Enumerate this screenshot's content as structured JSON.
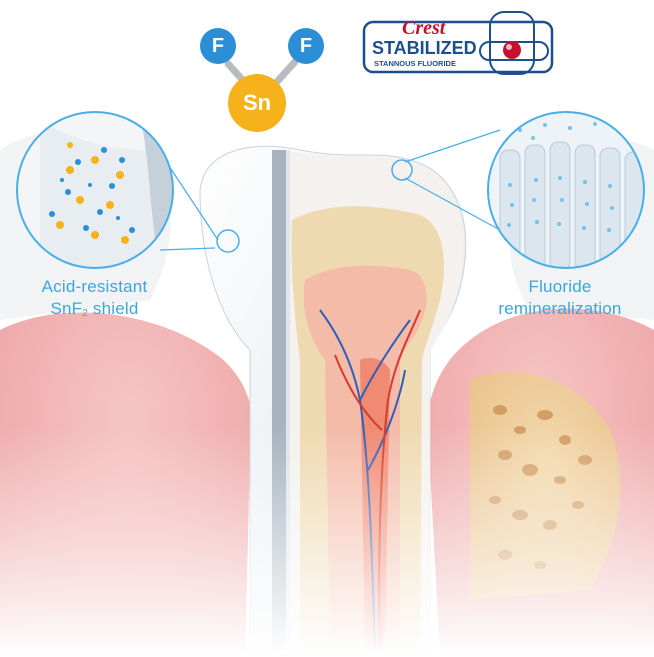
{
  "molecule": {
    "fluorine_label_1": "F",
    "fluorine_label_2": "F",
    "tin_label": "Sn",
    "fluorine_color": "#2b8fd6",
    "tin_color": "#f5b21a",
    "bond_color": "#b9bcbf"
  },
  "logo": {
    "brand": "Crest",
    "title": "STABILIZED",
    "subtitle": "STANNOUS FLUORIDE",
    "brand_color": "#c8102e",
    "text_color": "#1d4f8f"
  },
  "labels": {
    "left_line1": "Acid-resistant",
    "left_line2_prefix": "SnF",
    "left_line2_sub": "2",
    "left_line2_suffix": " shield",
    "right_line1": "Fluoride",
    "right_line2": "remineralization",
    "color": "#3aa6e0"
  },
  "illustration": {
    "enamel_color": "#eef2f5",
    "dentin_color": "#efd9b0",
    "pulp_color": "#f4b7a8",
    "gum_color": "#f2b9b8",
    "bone_color": "#f0d3a3",
    "nerve_blue": "#2f5fb8",
    "nerve_red": "#d53a2a"
  }
}
